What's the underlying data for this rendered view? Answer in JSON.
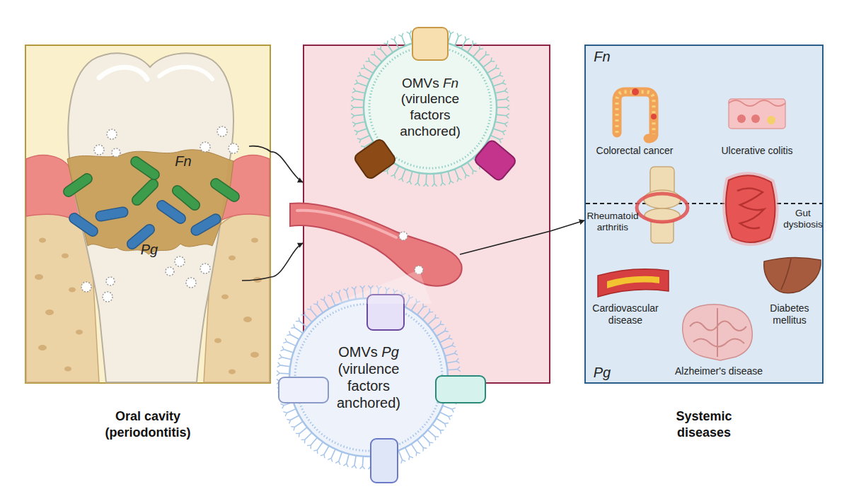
{
  "diagram": {
    "nodes": [
      {
        "text": [
          "Oral cavity (periodontitis)"
        ]
      },
      {
        "text": []
      },
      {
        "text": [
          "OMVs Fn (virulence factors anchored)"
        ],
        "in": 1
      },
      {
        "text": [
          "OMVs Pg (virulence factors anchored)"
        ],
        "in": 1
      },
      {
        "text": [
          "Systemic diseases"
        ]
      }
    ],
    "edges": [
      {
        "from": 0,
        "to": 1,
        "arrow": "to"
      },
      {
        "from": 0,
        "to": 1,
        "arrow": "to"
      },
      {
        "from": 1,
        "to": 4,
        "arrow": "to"
      }
    ],
    "labels": [
      "Fn",
      "Pg",
      "Fn",
      "Colorectal cancer",
      "Ulcerative colitis",
      "Rheumatoid arthritis",
      "Gut dysbiosis",
      "Cardiovascular disease",
      "Diabetes mellitus",
      "Alzheimer's disease",
      "Pg"
    ]
  }
}
